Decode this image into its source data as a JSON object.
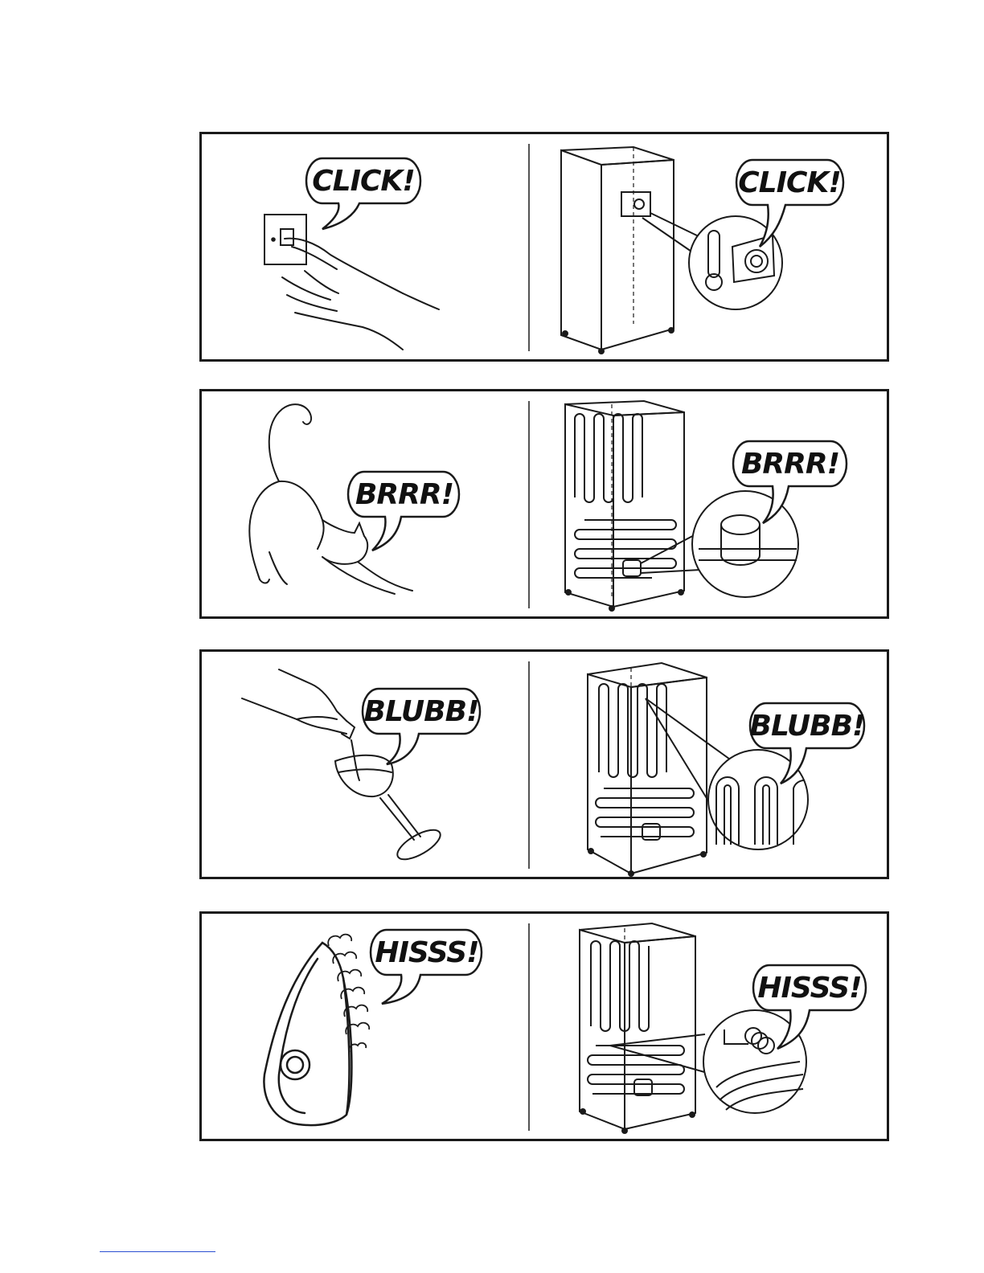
{
  "panels": [
    {
      "left_sound": "CLICK!",
      "right_sound": "CLICK!",
      "left_scene": "hand-pressing-switch",
      "right_scene": "fridge-thermostat"
    },
    {
      "left_sound": "BRRR!",
      "right_sound": "BRRR!",
      "left_scene": "stretching-cat",
      "right_scene": "fridge-compressor"
    },
    {
      "left_sound": "BLUBB!",
      "right_sound": "BLUBB!",
      "left_scene": "wine-pouring",
      "right_scene": "fridge-condenser-coils"
    },
    {
      "left_sound": "HISSS!",
      "right_sound": "HISSS!",
      "left_scene": "steam-iron",
      "right_scene": "fridge-capillary-coil"
    }
  ],
  "colors": {
    "line": "#1a1a1a",
    "footer_rule": "#2b4fd1"
  }
}
